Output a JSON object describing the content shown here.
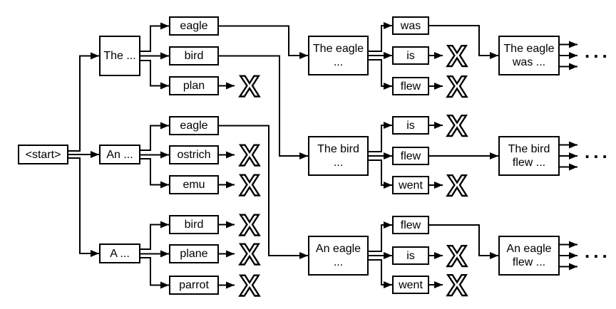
{
  "diagram": {
    "type": "beam-search-word-lattice",
    "start": {
      "label": "<start>"
    },
    "level1": [
      {
        "label": "The ..."
      },
      {
        "label": "An ..."
      },
      {
        "label": "A ..."
      }
    ],
    "level2_the": [
      {
        "label": "eagle",
        "pruned": false
      },
      {
        "label": "bird",
        "pruned": false
      },
      {
        "label": "plan",
        "pruned": true
      }
    ],
    "level2_an": [
      {
        "label": "eagle",
        "pruned": false
      },
      {
        "label": "ostrich",
        "pruned": true
      },
      {
        "label": "emu",
        "pruned": true
      }
    ],
    "level2_a": [
      {
        "label": "bird",
        "pruned": true
      },
      {
        "label": "plane",
        "pruned": true
      },
      {
        "label": "parrot",
        "pruned": true
      }
    ],
    "level3": [
      {
        "line1": "The eagle",
        "line2": "..."
      },
      {
        "line1": "The bird",
        "line2": "..."
      },
      {
        "line1": "An eagle",
        "line2": "..."
      }
    ],
    "level4_the_eagle": [
      {
        "label": "was",
        "pruned": false
      },
      {
        "label": "is",
        "pruned": true
      },
      {
        "label": "flew",
        "pruned": true
      }
    ],
    "level4_the_bird": [
      {
        "label": "is",
        "pruned": true
      },
      {
        "label": "flew",
        "pruned": false
      },
      {
        "label": "went",
        "pruned": true
      }
    ],
    "level4_an_eagle": [
      {
        "label": "flew",
        "pruned": false
      },
      {
        "label": "is",
        "pruned": true
      },
      {
        "label": "went",
        "pruned": true
      }
    ],
    "level5": [
      {
        "line1": "The eagle",
        "line2": "was ..."
      },
      {
        "line1": "The bird",
        "line2": "flew ..."
      },
      {
        "line1": "An eagle",
        "line2": "flew ..."
      }
    ],
    "pruned_mark": "X",
    "continuation_ellipsis": "...",
    "colors": {
      "background": "#ffffff",
      "box_fill": "#ffffff",
      "box_border": "#000000",
      "line": "#000000",
      "text": "#000000"
    }
  }
}
